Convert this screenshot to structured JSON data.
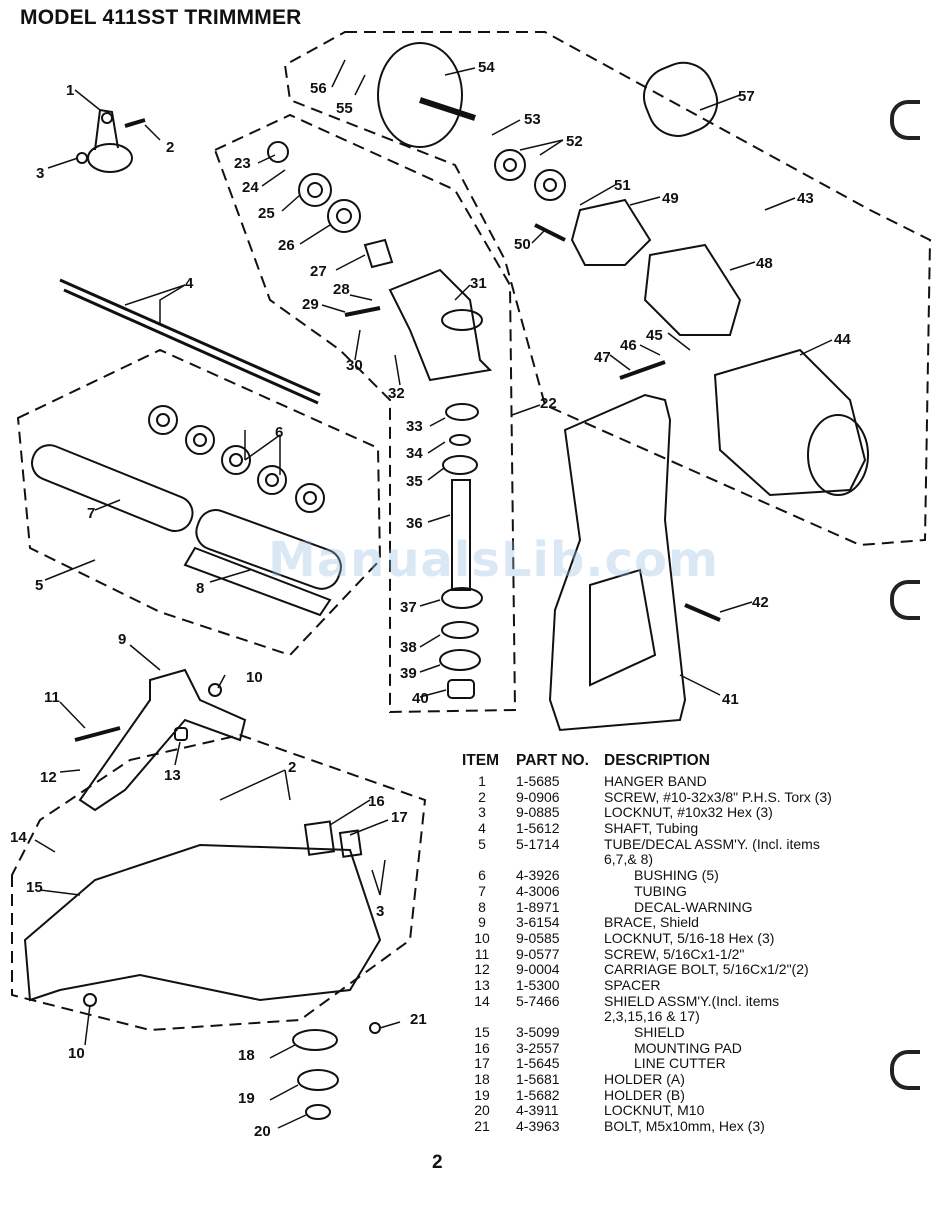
{
  "title": "MODEL 411SST TRIMMMER",
  "watermark": "ManualsLib.com",
  "page_number": "2",
  "diagram_callouts": [
    "1",
    "2",
    "3",
    "4",
    "5",
    "6",
    "7",
    "8",
    "9",
    "10",
    "11",
    "12",
    "13",
    "14",
    "15",
    "16",
    "17",
    "2",
    "3",
    "10",
    "18",
    "19",
    "20",
    "21",
    "22",
    "23",
    "24",
    "25",
    "26",
    "27",
    "28",
    "29",
    "30",
    "31",
    "32",
    "33",
    "34",
    "35",
    "36",
    "37",
    "38",
    "39",
    "40",
    "41",
    "42",
    "43",
    "44",
    "45",
    "46",
    "47",
    "48",
    "49",
    "50",
    "51",
    "52",
    "53",
    "54",
    "55",
    "56",
    "57"
  ],
  "parts_table": {
    "headers": {
      "item": "ITEM",
      "part_no": "PART NO.",
      "description": "DESCRIPTION"
    },
    "rows": [
      {
        "item": "1",
        "part_no": "1-5685",
        "description": "HANGER BAND",
        "indent": false
      },
      {
        "item": "2",
        "part_no": "9-0906",
        "description": "SCREW, #10-32x3/8\" P.H.S. Torx (3)",
        "indent": false
      },
      {
        "item": "3",
        "part_no": "9-0885",
        "description": "LOCKNUT, #10x32 Hex (3)",
        "indent": false
      },
      {
        "item": "4",
        "part_no": "1-5612",
        "description": "SHAFT, Tubing",
        "indent": false
      },
      {
        "item": "5",
        "part_no": "5-1714",
        "description": "TUBE/DECAL ASSM'Y. (Incl. items",
        "indent": false
      },
      {
        "item": "",
        "part_no": "",
        "description": "6,7,& 8)",
        "indent": false
      },
      {
        "item": "6",
        "part_no": "4-3926",
        "description": "BUSHING (5)",
        "indent": true
      },
      {
        "item": "7",
        "part_no": "4-3006",
        "description": "TUBING",
        "indent": true
      },
      {
        "item": "8",
        "part_no": "1-8971",
        "description": "DECAL-WARNING",
        "indent": true
      },
      {
        "item": "9",
        "part_no": "3-6154",
        "description": "BRACE, Shield",
        "indent": false
      },
      {
        "item": "10",
        "part_no": "9-0585",
        "description": "LOCKNUT, 5/16-18 Hex (3)",
        "indent": false
      },
      {
        "item": "11",
        "part_no": "9-0577",
        "description": "SCREW, 5/16Cx1-1/2\"",
        "indent": false
      },
      {
        "item": "12",
        "part_no": "9-0004",
        "description": "CARRIAGE BOLT, 5/16Cx1/2\"(2)",
        "indent": false
      },
      {
        "item": "13",
        "part_no": "1-5300",
        "description": "SPACER",
        "indent": false
      },
      {
        "item": "14",
        "part_no": "5-7466",
        "description": "SHIELD ASSM'Y.(Incl. items",
        "indent": false
      },
      {
        "item": "",
        "part_no": "",
        "description": "2,3,15,16 & 17)",
        "indent": false
      },
      {
        "item": "15",
        "part_no": "3-5099",
        "description": "SHIELD",
        "indent": true
      },
      {
        "item": "16",
        "part_no": "3-2557",
        "description": "MOUNTING PAD",
        "indent": true
      },
      {
        "item": "17",
        "part_no": "1-5645",
        "description": "LINE CUTTER",
        "indent": true
      },
      {
        "item": "18",
        "part_no": "1-5681",
        "description": "HOLDER (A)",
        "indent": false
      },
      {
        "item": "19",
        "part_no": "1-5682",
        "description": "HOLDER (B)",
        "indent": false
      },
      {
        "item": "20",
        "part_no": "4-3911",
        "description": "LOCKNUT, M10",
        "indent": false
      },
      {
        "item": "21",
        "part_no": "4-3963",
        "description": "BOLT, M5x10mm, Hex (3)",
        "indent": false
      }
    ]
  }
}
